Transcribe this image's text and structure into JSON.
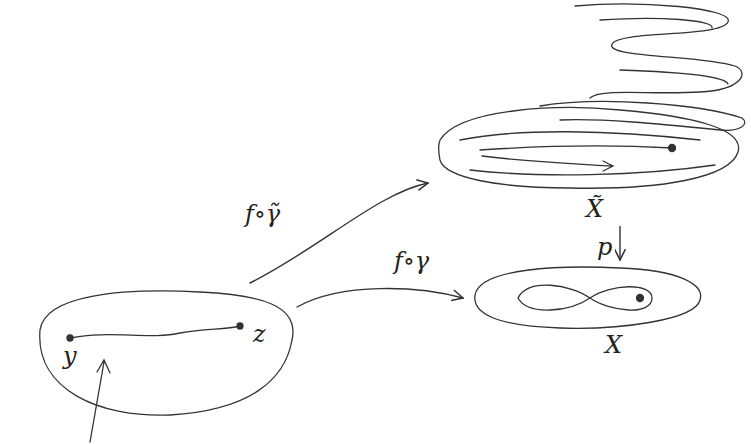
{
  "diagram": {
    "nodes": [
      {
        "text": [
          "y",
          "z"
        ]
      },
      {
        "text": [
          "X̃"
        ]
      },
      {
        "text": [
          "X"
        ]
      }
    ],
    "edges": [
      {
        "from": 0,
        "to": 1,
        "arrow": "to",
        "label": "f∘γ̃"
      },
      {
        "from": 0,
        "to": 2,
        "arrow": "to",
        "label": "f∘γ"
      },
      {
        "from": 1,
        "to": 2,
        "arrow": "to",
        "label": "p"
      }
    ]
  }
}
